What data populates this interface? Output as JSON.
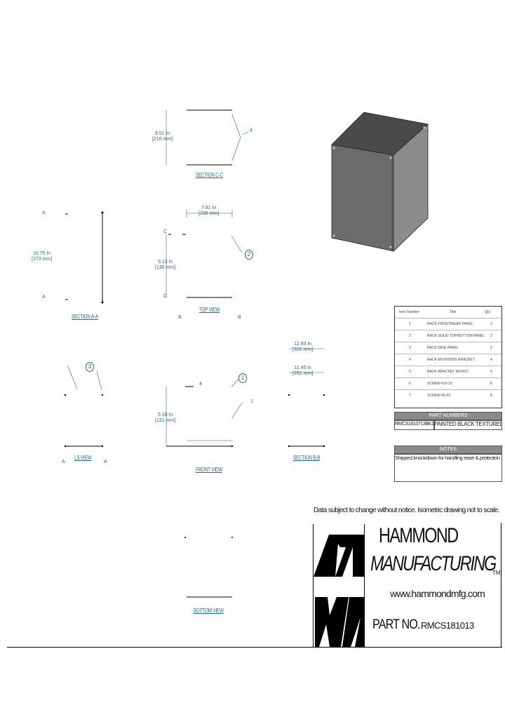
{
  "views": {
    "section_c": "SECTION C-C",
    "section_a": "SECTION A-A",
    "top": "TOP VIEW",
    "ls": "LS VIEW",
    "front": "FRONT VIEW",
    "section_b": "SECTION B-B",
    "bottom": "BOTTOM VIEW"
  },
  "dims": {
    "c_height_in": "8.51 in",
    "c_height_mm": "[216 mm]",
    "a_height_in": "10.75 in",
    "a_height_mm": "[273 mm]",
    "top_width_in": "7.81 in",
    "top_width_mm": "[198 mm]",
    "top_depth_in": "5.13 in",
    "top_depth_mm": "[130 mm]",
    "b_outer_in": "12.83 in",
    "b_outer_mm": "[326 mm]",
    "b_inner_in": "11.45 in",
    "b_inner_mm": "[291 mm]",
    "front_height_in": "5.16 in",
    "front_height_mm": "[131 mm]"
  },
  "markers": {
    "a": "A",
    "b": "B",
    "c": "C",
    "one": "1",
    "two": "2",
    "three": "3",
    "four": "4"
  },
  "bom": {
    "headers": [
      "Item Number",
      "Title",
      "Qty"
    ],
    "rows": [
      [
        "1",
        "RACK-FRONT/REAR PANEL",
        "2"
      ],
      [
        "2",
        "RACK-SOLID TOP/BOTTOM PANEL",
        "2"
      ],
      [
        "3",
        "RACK-SIDE PANEL",
        "2"
      ],
      [
        "4",
        "RACK-MOUNTING BRACKET",
        "4"
      ],
      [
        "5",
        "RACK-BRACKET MOUNT",
        "4"
      ],
      [
        "6",
        "SCREW-#10-32",
        "8"
      ],
      [
        "7",
        "SCREW-#6-32",
        "8"
      ]
    ]
  },
  "part_numbers": {
    "header": "PART NUMBERS",
    "number": "RMCS1810713BK1",
    "desc": "PAINTED BLACK TEXTURED"
  },
  "notes": {
    "header": "NOTES",
    "text": "Shipped knockdown for handling ease & protection"
  },
  "disclaimer": "Data subject to change without notice. Isometric drawing not to scale.",
  "brand": {
    "line1": "HAMMOND",
    "line2": "MANUFACTURING",
    "tm": "TM",
    "url": "www.hammondmfg.com",
    "part_label": "PART NO.",
    "part_value": "RMCS181013"
  },
  "colors": {
    "line": "#000000",
    "dimension": "#1b6f8a",
    "box_front": "#6c6c6c",
    "box_side": "#8c8c8c",
    "box_top": "#4a4a4a"
  }
}
